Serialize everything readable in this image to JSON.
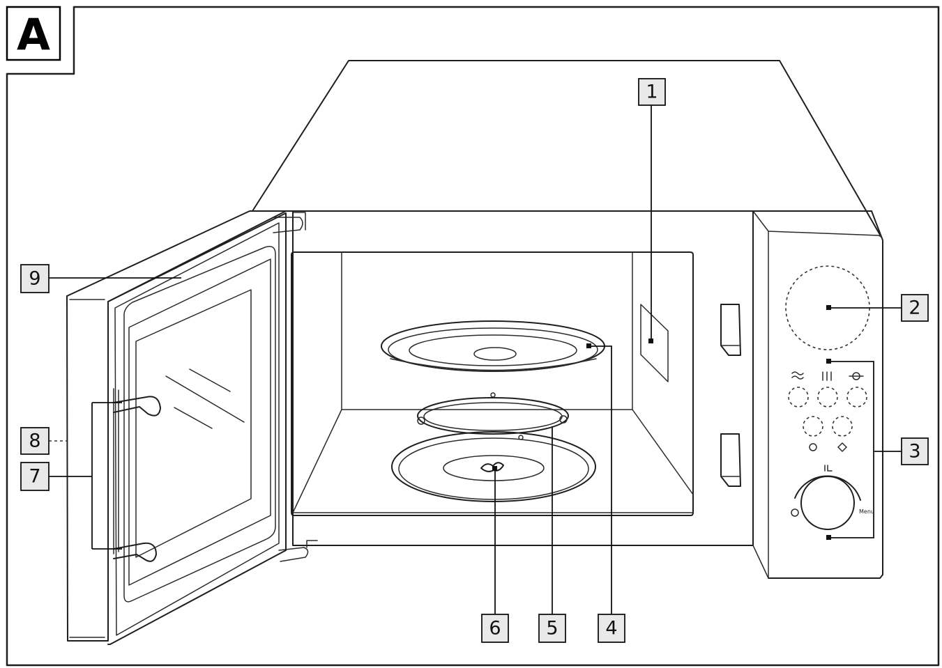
{
  "figure": {
    "panel_letter": "A",
    "control_panel": {
      "dial_label": "Menu"
    },
    "callouts": [
      {
        "id": "1",
        "label": "1"
      },
      {
        "id": "2",
        "label": "2"
      },
      {
        "id": "3",
        "label": "3"
      },
      {
        "id": "4",
        "label": "4"
      },
      {
        "id": "5",
        "label": "5"
      },
      {
        "id": "6",
        "label": "6"
      },
      {
        "id": "7",
        "label": "7"
      },
      {
        "id": "8",
        "label": "8"
      },
      {
        "id": "9",
        "label": "9"
      }
    ]
  }
}
